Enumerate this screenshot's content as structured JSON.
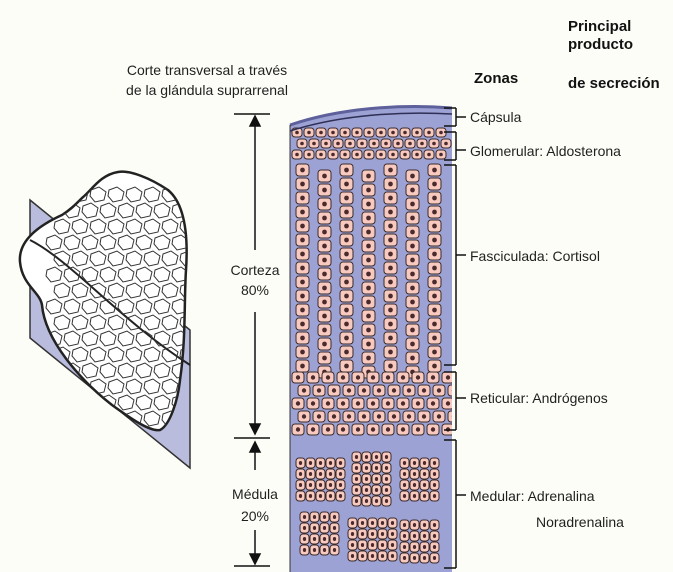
{
  "section_label": "Corte transversal a través de la glándula suprarrenal",
  "section_label_lines": [
    "Corte transversal a través",
    "de la glándula suprarrenal"
  ],
  "zonas_header": "Zonas",
  "product_header_lines": [
    "Principal",
    "producto",
    "de secreción"
  ],
  "regions": {
    "corteza": {
      "name": "Corteza",
      "percent": "80%"
    },
    "medula": {
      "name": "Médula",
      "percent": "20%"
    }
  },
  "zones": [
    {
      "name": "Cápsula",
      "product": ""
    },
    {
      "name": "Glomerular",
      "product": "Aldosterona"
    },
    {
      "name": "Fasciculada",
      "product": "Cortisol"
    },
    {
      "name": "Reticular",
      "product": "Andrógenos"
    },
    {
      "name": "Medular",
      "product": "Adrenalina"
    }
  ],
  "zone_labels": [
    "Cápsula",
    "Glomerular: Aldosterona",
    "Fasciculada: Cortisol",
    "Reticular: Andrógenos",
    "Medular: Adrenalina"
  ],
  "medular_second_product": "Noradrenalina",
  "colors": {
    "tissue_background": "#9da2d4",
    "cell_fill": "#f7c9bf",
    "nucleus": "#4a2a2a",
    "capsule": "#7f83bd",
    "gland_plane": "#b3b7d8"
  }
}
